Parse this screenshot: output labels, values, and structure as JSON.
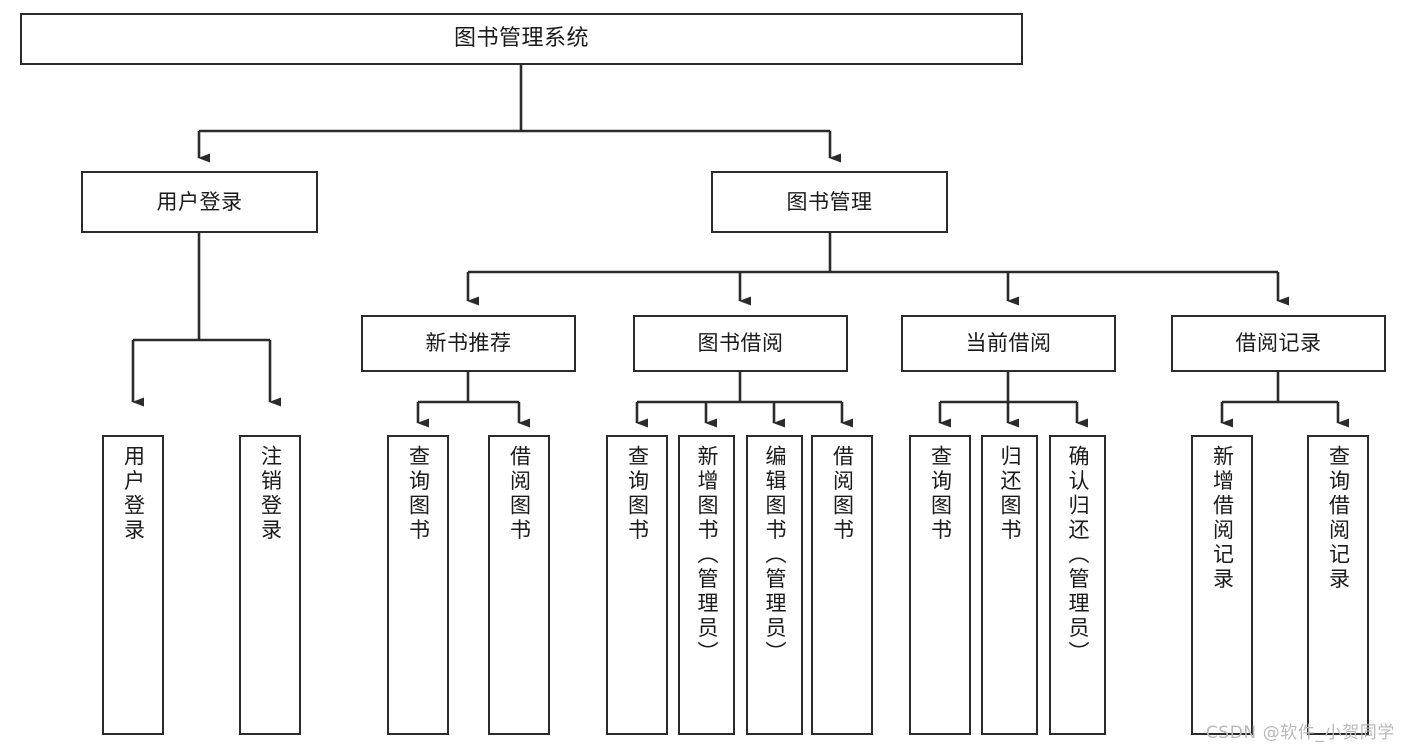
{
  "diagram": {
    "title": "图书管理系统",
    "type": "tree",
    "orientation": "top-down",
    "stroke_color": "#2b2b2b",
    "fill_color": "#ffffff",
    "text_color": "#1a1a1a",
    "nodes": {
      "root": {
        "label": "图书管理系统"
      },
      "level1": [
        {
          "id": "user-login",
          "label": "用户登录"
        },
        {
          "id": "book-manage",
          "label": "图书管理"
        }
      ],
      "level2": [
        {
          "id": "new-book-recommend",
          "label": "新书推荐"
        },
        {
          "id": "book-borrow",
          "label": "图书借阅"
        },
        {
          "id": "current-borrow",
          "label": "当前借阅"
        },
        {
          "id": "borrow-record",
          "label": "借阅记录"
        }
      ],
      "leaves": {
        "user_login": [
          {
            "id": "leaf-user-login",
            "label": "用户登录"
          },
          {
            "id": "leaf-user-logout",
            "label": "注销登录"
          }
        ],
        "new_book_recommend": [
          {
            "id": "leaf-query-book-1",
            "label": "查询图书"
          },
          {
            "id": "leaf-borrow-book-1",
            "label": "借阅图书"
          }
        ],
        "book_borrow": [
          {
            "id": "leaf-query-book-2",
            "label": "查询图书"
          },
          {
            "id": "leaf-add-book",
            "label": "新增图书（管理员）"
          },
          {
            "id": "leaf-edit-book",
            "label": "编辑图书（管理员）"
          },
          {
            "id": "leaf-borrow-book-2",
            "label": "借阅图书"
          }
        ],
        "current_borrow": [
          {
            "id": "leaf-query-book-3",
            "label": "查询图书"
          },
          {
            "id": "leaf-return-book",
            "label": "归还图书"
          },
          {
            "id": "leaf-confirm-return",
            "label": "确认归还（管理员）"
          }
        ],
        "borrow_record": [
          {
            "id": "leaf-add-record",
            "label": "新增借阅记录"
          },
          {
            "id": "leaf-query-record",
            "label": "查询借阅记录"
          }
        ]
      }
    }
  },
  "watermark": {
    "text": "CSDN @软件_小贺同学"
  }
}
